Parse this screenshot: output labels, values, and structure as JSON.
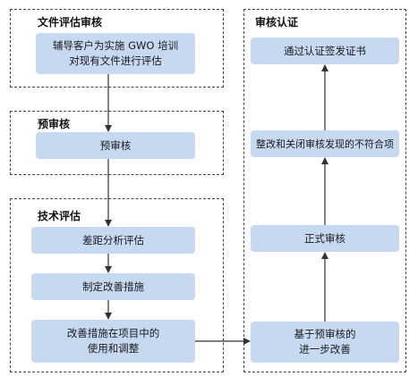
{
  "sections": {
    "doc_review": {
      "title": "文件评估审核"
    },
    "pre_review": {
      "title": "预审核"
    },
    "tech_eval": {
      "title": "技术评估"
    },
    "audit_cert": {
      "title": "审核认证"
    }
  },
  "nodes": {
    "assist_client": {
      "line1": "辅导客户为实施 GWO 培训",
      "line2": "对现有文件进行评估"
    },
    "pre_audit": {
      "label": "预审核"
    },
    "gap_analysis": {
      "label": "差距分析评估"
    },
    "improvement_measures": {
      "label": "制定改善措施"
    },
    "apply_adjust": {
      "line1": "改善措施在项目中的",
      "line2": "使用和调整"
    },
    "further_improve": {
      "line1": "基于预审核的",
      "line2": "进一步改善"
    },
    "formal_audit": {
      "label": "正式审核"
    },
    "rectify_close": {
      "label": "整改和关闭审核发现的不符合项"
    },
    "certificate": {
      "label": "通过认证签发证书"
    }
  },
  "colors": {
    "node_fill": "#c6d9f1",
    "border": "#444444",
    "arrow": "#333333"
  }
}
